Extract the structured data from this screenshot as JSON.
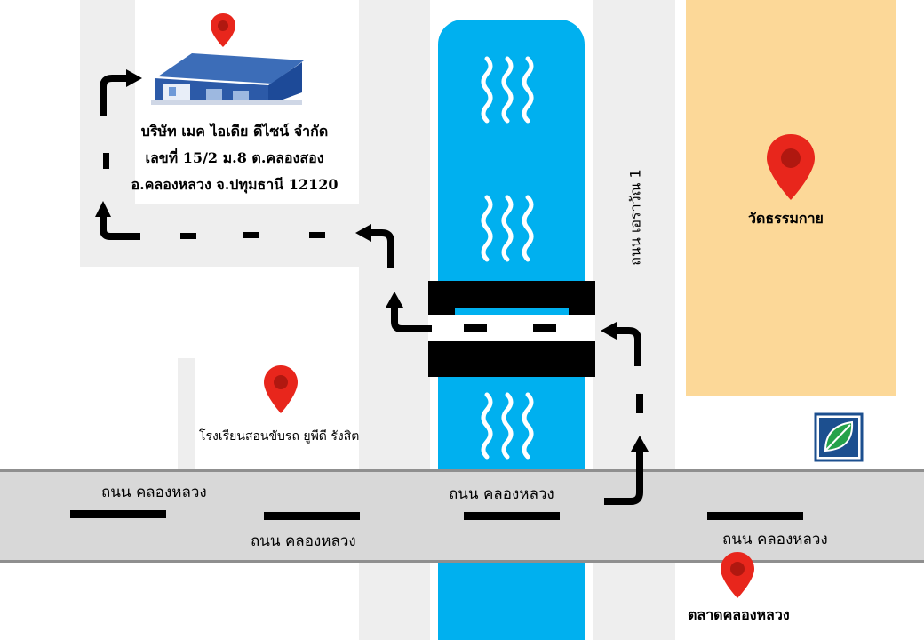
{
  "company": {
    "name": "บริษัท เมค ไอเดีย ดีไซน์ จำกัด",
    "address_line1": "เลขที่ 15/2 ม.8 ต.คลองสอง",
    "address_line2": "อ.คลองหลวง จ.ปทุมธานี 12120"
  },
  "roads": {
    "main_1": "ถนน คลองหลวง",
    "main_2": "ถนน คลองหลวง",
    "main_3": "ถนน คลองหลวง",
    "main_4": "ถนน คลองหลวง",
    "side": "ถนน เอราวัณ 1"
  },
  "places": {
    "temple": "วัดธรรมกาย",
    "school": "โรงเรียนสอนขับรถ ยูพีดี รังสิต",
    "market": "ตลาดคลองหลวง"
  },
  "colors": {
    "river": "#00b0ef",
    "road": "#d8d8d8",
    "temple_area": "#fcd898",
    "pin": "#e8261c",
    "route": "#000000"
  },
  "icons": [
    "map-pin-icon",
    "building-icon",
    "bank-logo-icon",
    "wave-icon",
    "bridge-icon",
    "turn-arrow-icon"
  ]
}
